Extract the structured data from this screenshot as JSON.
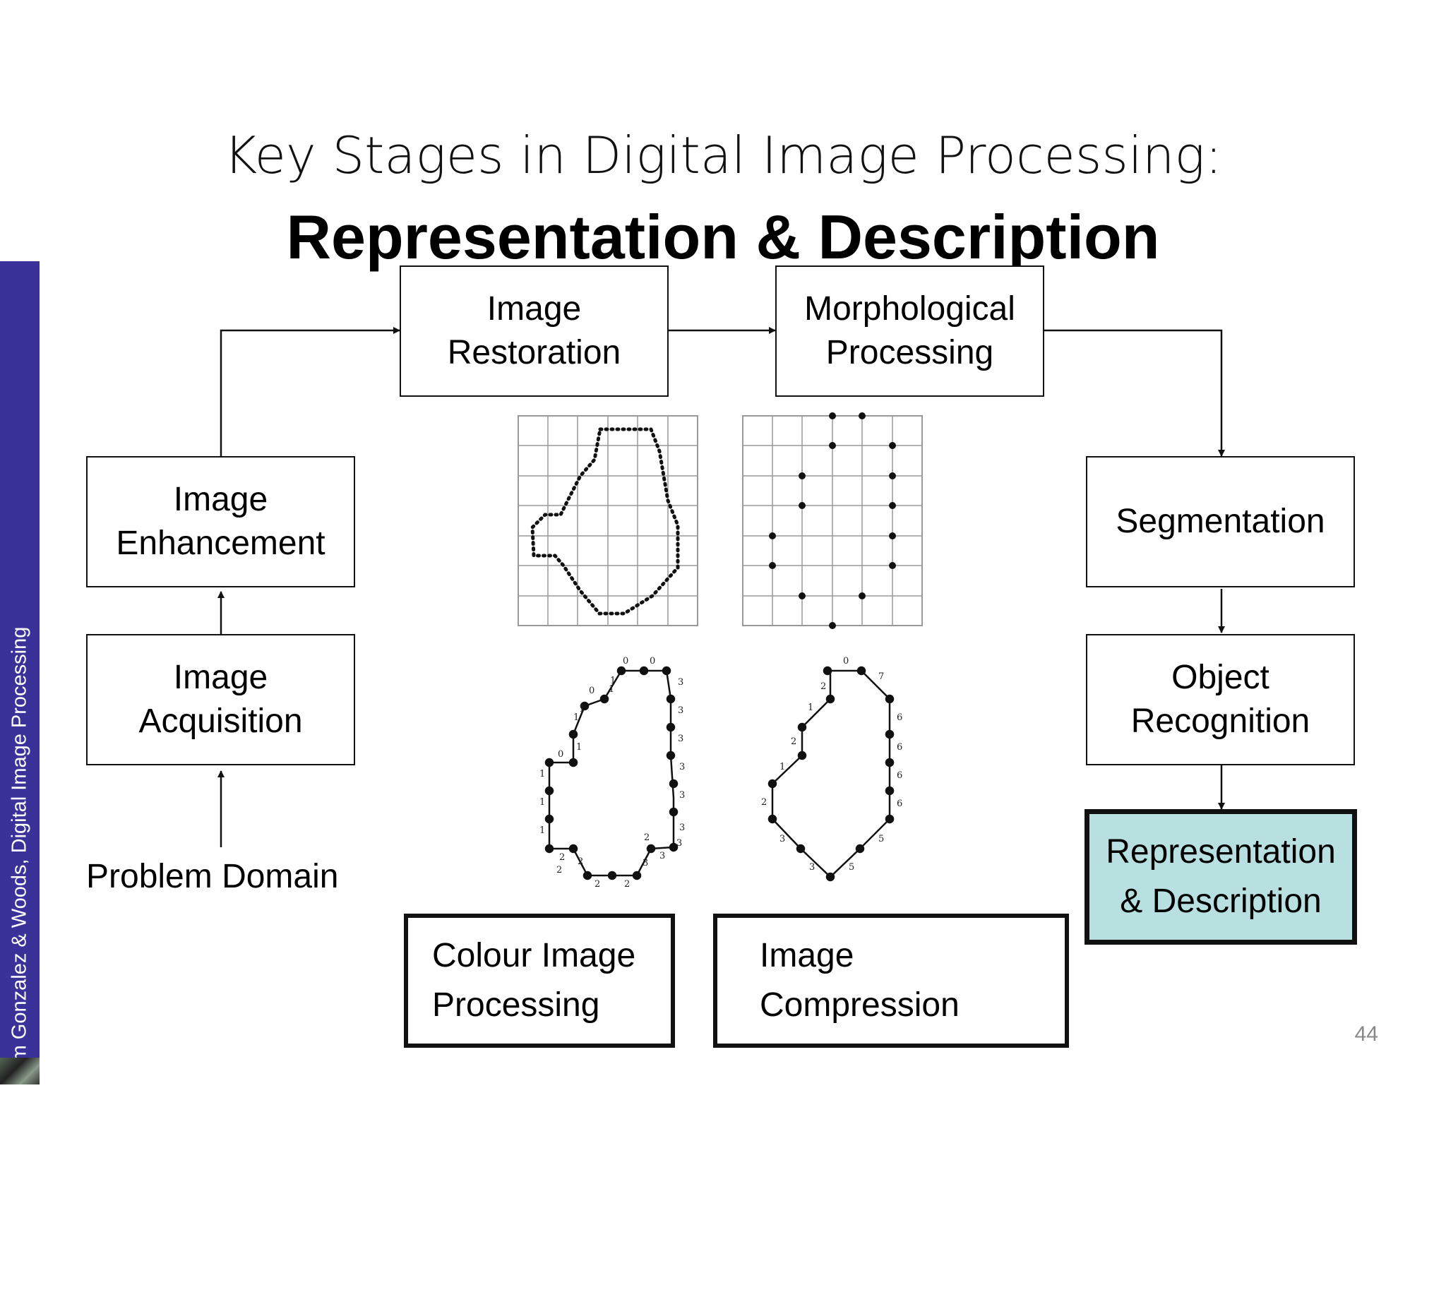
{
  "side_note": "Images taken from Gonzalez & Woods, Digital Image Processing",
  "title": {
    "line1": "Key Stages in Digital Image Processing:",
    "line2": "Representation & Description"
  },
  "stages": {
    "image_restoration": "Image\nRestoration",
    "morphological_processing": "Morphological\nProcessing",
    "image_enhancement": "Image\nEnhancement",
    "image_acquisition": "Image\nAcquisition",
    "segmentation": "Segmentation",
    "object_recognition": "Object\nRecognition",
    "representation_description": "Representation\n& Description",
    "colour_image_processing": "Colour Image\nProcessing",
    "image_compression": "Image\nCompression"
  },
  "problem_domain": "Problem Domain",
  "page_number": "44",
  "chain_code_labels": {
    "four_direction": [
      "0",
      "0",
      "0",
      "1",
      "1",
      "1",
      "1",
      "1",
      "0",
      "1",
      "1",
      "1",
      "2",
      "2",
      "2",
      "2",
      "3",
      "3",
      "3",
      "3",
      "3",
      "3",
      "3",
      "3",
      "3",
      "2",
      "2"
    ],
    "eight_direction": [
      "0",
      "7",
      "6",
      "6",
      "6",
      "6",
      "5",
      "5",
      "3",
      "3",
      "2",
      "1",
      "2",
      "1",
      "2"
    ]
  },
  "colors": {
    "side_band": "#3a3299",
    "highlight_box": "#b8e0e0"
  }
}
